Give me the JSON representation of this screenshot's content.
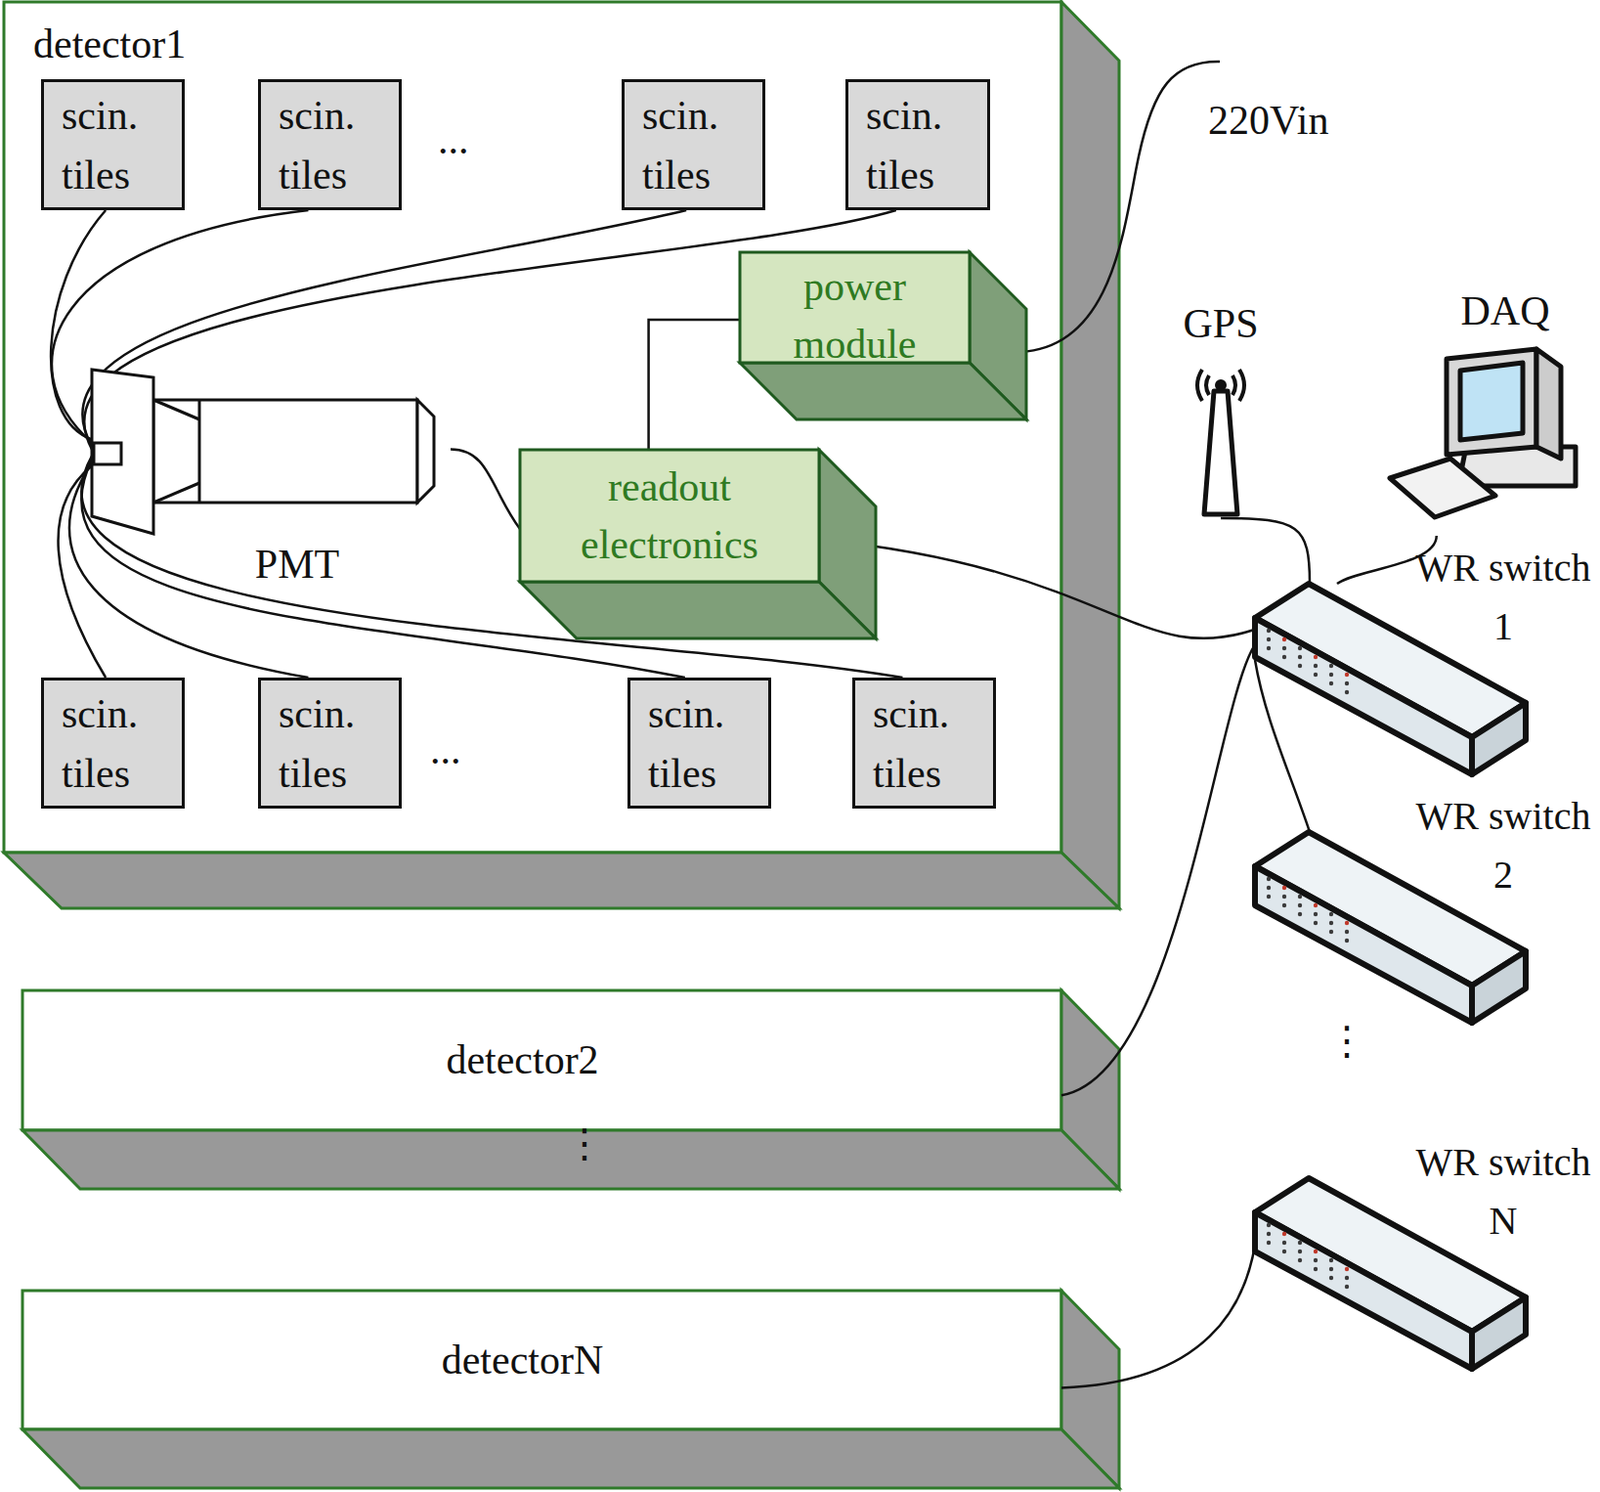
{
  "diagram": {
    "nodes": [
      {
        "text": [
          "detector1"
        ]
      },
      {
        "text": [
          "scin. tiles"
        ],
        "in": 0
      },
      {
        "text": [
          "scin. tiles"
        ],
        "in": 0
      },
      {
        "text": [
          "scin. tiles"
        ],
        "in": 0
      },
      {
        "text": [
          "scin. tiles"
        ],
        "in": 0
      },
      {
        "text": [
          "power module"
        ],
        "in": 0
      },
      {
        "text": [
          "PMT"
        ],
        "in": 0
      },
      {
        "text": [
          "readout electronics"
        ],
        "in": 0
      },
      {
        "text": [
          "scin. tiles"
        ],
        "in": 0
      },
      {
        "text": [
          "scin. tiles"
        ],
        "in": 0
      },
      {
        "text": [
          "scin. tiles"
        ],
        "in": 0
      },
      {
        "text": [
          "scin. tiles"
        ],
        "in": 0
      },
      {
        "text": [
          "detector2"
        ]
      },
      {
        "text": [
          "detectorN"
        ]
      },
      {
        "text": [
          "GPS"
        ]
      },
      {
        "text": [
          "DAQ"
        ]
      },
      {
        "text": [
          "WR switch 1"
        ]
      },
      {
        "text": [
          "WR switch 2"
        ]
      },
      {
        "text": [
          "WR switch N"
        ]
      }
    ],
    "edges": [
      {
        "from": 1,
        "to": 6,
        "arrow": "none"
      },
      {
        "from": 2,
        "to": 6,
        "arrow": "none"
      },
      {
        "from": 3,
        "to": 6,
        "arrow": "none"
      },
      {
        "from": 4,
        "to": 6,
        "arrow": "none"
      },
      {
        "from": 8,
        "to": 6,
        "arrow": "none"
      },
      {
        "from": 9,
        "to": 6,
        "arrow": "none"
      },
      {
        "from": 10,
        "to": 6,
        "arrow": "none"
      },
      {
        "from": 11,
        "to": 6,
        "arrow": "none"
      },
      {
        "from": 6,
        "to": 7,
        "arrow": "none"
      },
      {
        "from": 7,
        "to": 5,
        "arrow": "none"
      },
      {
        "from": 7,
        "to": 16,
        "arrow": "none"
      },
      {
        "from": 14,
        "to": 16,
        "arrow": "none"
      },
      {
        "from": 15,
        "to": 16,
        "arrow": "none"
      },
      {
        "from": 16,
        "to": 17,
        "arrow": "none"
      },
      {
        "from": 12,
        "to": 16,
        "arrow": "none"
      },
      {
        "from": 13,
        "to": 18,
        "arrow": "none"
      }
    ],
    "labels": [
      "...",
      "220Vin",
      "...",
      "⋮",
      "⋮"
    ]
  }
}
